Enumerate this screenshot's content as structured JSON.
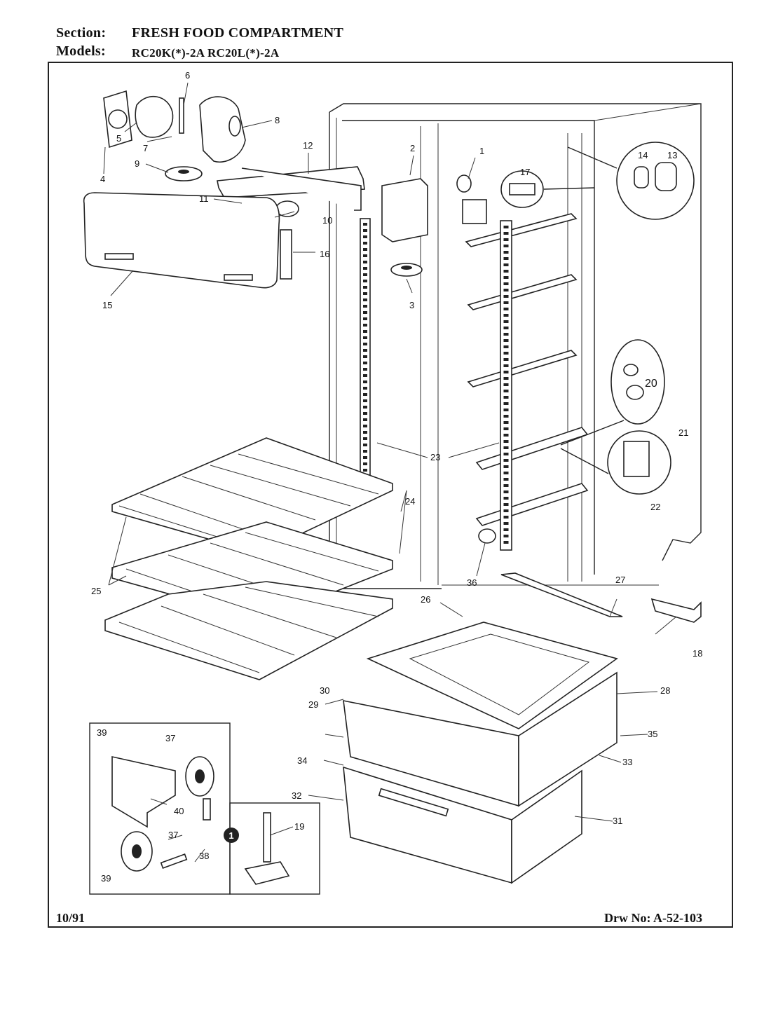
{
  "header": {
    "section_label": "Section:",
    "section_value": "FRESH FOOD COMPARTMENT",
    "models_label": "Models:",
    "models_value": "RC20K(*)-2A  RC20L(*)-2A"
  },
  "footer": {
    "date": "10/91",
    "drawing_no": "Drw No: A-52-103"
  },
  "callouts": {
    "c1": "1",
    "c2": "2",
    "c3": "3",
    "c4": "4",
    "c5": "5",
    "c6": "6",
    "c7": "7",
    "c8": "8",
    "c9": "9",
    "c10": "10",
    "c11": "11",
    "c12": "12",
    "c13": "13",
    "c14": "14",
    "c15": "15",
    "c16": "16",
    "c17": "17",
    "c18": "18",
    "c19": "19",
    "c20": "20",
    "c21": "21",
    "c22": "22",
    "c23": "23",
    "c24": "24",
    "c25": "25",
    "c26": "26",
    "c27": "27",
    "c28": "28",
    "c29": "29",
    "c30": "30",
    "c31": "31",
    "c32": "32",
    "c33": "33",
    "c34": "34",
    "c35": "35",
    "c36": "36",
    "c37a": "37",
    "c37b": "37",
    "c38": "38",
    "c39a": "39",
    "c39b": "39",
    "c40": "40",
    "note_marker": "1"
  }
}
